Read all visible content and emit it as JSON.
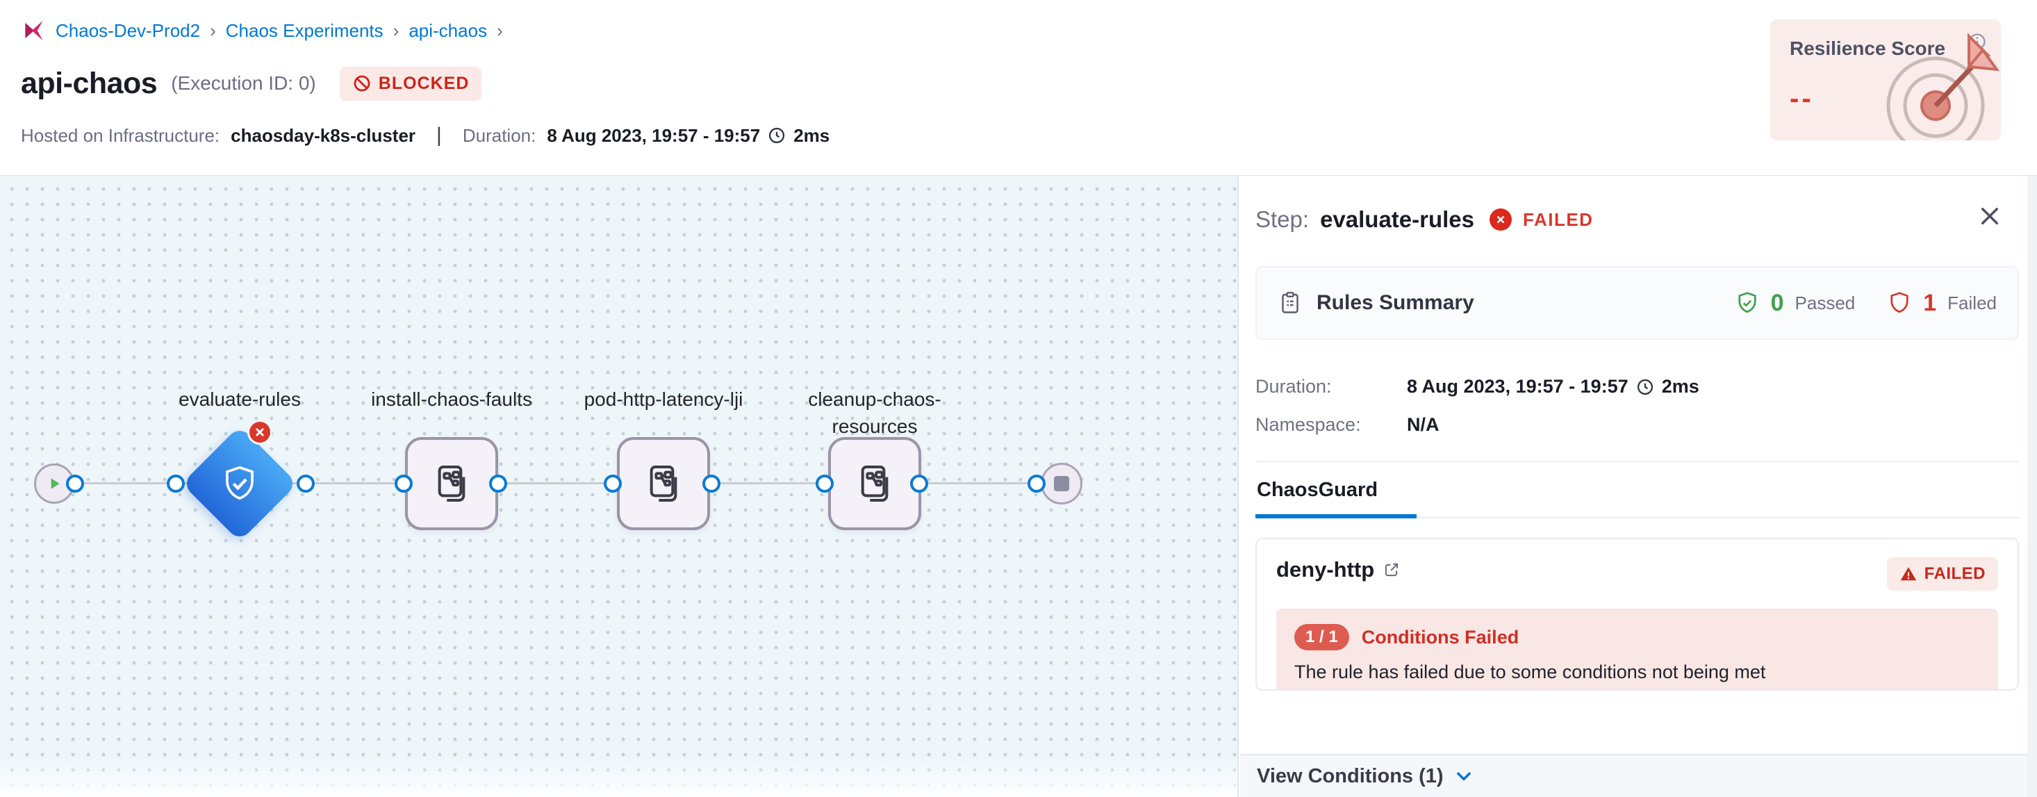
{
  "breadcrumb": {
    "separator": "›",
    "items": [
      "Chaos-Dev-Prod2",
      "Chaos Experiments",
      "api-chaos"
    ]
  },
  "header": {
    "title": "api-chaos",
    "execution_id": "(Execution ID: 0)",
    "status_badge": "BLOCKED",
    "hosted_label": "Hosted on Infrastructure:",
    "hosted_value": "chaosday-k8s-cluster",
    "separator": "|",
    "duration_label": "Duration:",
    "duration_value": "8 Aug 2023, 19:57 - 19:57",
    "duration_ms": "2ms"
  },
  "resilience_card": {
    "title": "Resilience Score",
    "score": "--"
  },
  "pipeline": {
    "nodes": [
      {
        "label": "evaluate-rules",
        "type": "chaosguard",
        "status": "failed"
      },
      {
        "label": "install-chaos-faults",
        "type": "step"
      },
      {
        "label": "pod-http-latency-lji",
        "type": "step"
      },
      {
        "label": "cleanup-chaos-resources",
        "type": "step"
      }
    ]
  },
  "panel": {
    "step_label": "Step:",
    "step_name": "evaluate-rules",
    "step_status": "FAILED",
    "rules_summary": {
      "title": "Rules Summary",
      "passed_count": "0",
      "passed_label": "Passed",
      "failed_count": "1",
      "failed_label": "Failed"
    },
    "duration_label": "Duration:",
    "duration_value": "8 Aug 2023, 19:57 - 19:57",
    "duration_ms": "2ms",
    "namespace_label": "Namespace:",
    "namespace_value": "N/A",
    "tab": "ChaosGuard",
    "rule_card": {
      "name": "deny-http",
      "status": "FAILED",
      "conditions_pill": "1 / 1",
      "conditions_title": "Conditions Failed",
      "conditions_message": "The rule has failed due to some conditions not being met",
      "footer": "View Conditions (1)"
    }
  },
  "colors": {
    "accent_blue": "#0278D5",
    "error_red": "#DA291D",
    "success_green": "#3FA14A",
    "canvas_bg": "#EFF6FA",
    "resilience_bg": "#F9ECEA"
  }
}
